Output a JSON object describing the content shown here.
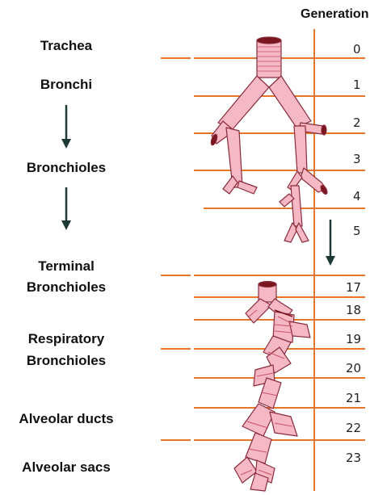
{
  "header": "Generation",
  "colors": {
    "line": "#e5762a",
    "airway_fill": "#f6b8c4",
    "airway_stroke": "#8a2a3a",
    "airway_cut": "#7a1620",
    "arrow": "#1d3a36"
  },
  "labels": {
    "trachea": "Trachea",
    "bronchi": "Bronchi",
    "bronchioles": "Bronchioles",
    "terminal_1": "Terminal",
    "terminal_2": "Bronchioles",
    "respiratory_1": "Respiratory",
    "respiratory_2": "Bronchioles",
    "alveolar_ducts": "Alveolar ducts",
    "alveolar_sacs": "Alveolar sacs"
  },
  "generations": [
    "0",
    "1",
    "2",
    "3",
    "4",
    "5",
    "17",
    "18",
    "19",
    "20",
    "21",
    "22",
    "23"
  ]
}
